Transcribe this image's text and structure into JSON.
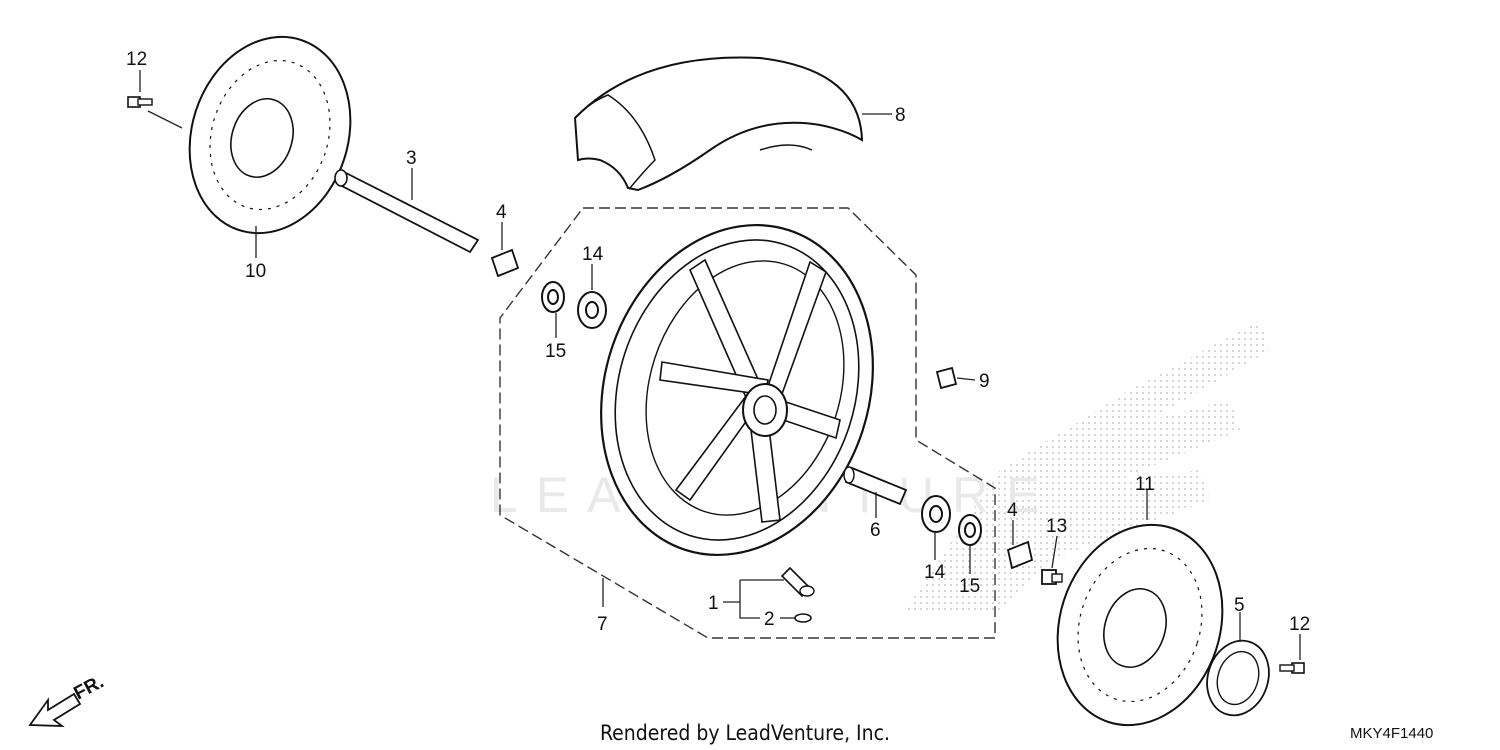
{
  "diagram": {
    "footer_credit": "Rendered by LeadVenture, Inc.",
    "diagram_code": "MKY4F1440",
    "direction_label": "FR.",
    "watermark": "LEADVENTURE",
    "callouts": [
      {
        "id": "c12a",
        "label": "12"
      },
      {
        "id": "c10",
        "label": "10"
      },
      {
        "id": "c3",
        "label": "3"
      },
      {
        "id": "c4a",
        "label": "4"
      },
      {
        "id": "c14a",
        "label": "14"
      },
      {
        "id": "c15a",
        "label": "15"
      },
      {
        "id": "c8",
        "label": "8"
      },
      {
        "id": "c9",
        "label": "9"
      },
      {
        "id": "c6",
        "label": "6"
      },
      {
        "id": "c14b",
        "label": "14"
      },
      {
        "id": "c15b",
        "label": "15"
      },
      {
        "id": "c4b",
        "label": "4"
      },
      {
        "id": "c13",
        "label": "13"
      },
      {
        "id": "c11",
        "label": "11"
      },
      {
        "id": "c5",
        "label": "5"
      },
      {
        "id": "c12b",
        "label": "12"
      },
      {
        "id": "c7",
        "label": "7"
      },
      {
        "id": "c1",
        "label": "1"
      },
      {
        "id": "c2",
        "label": "2"
      }
    ]
  }
}
